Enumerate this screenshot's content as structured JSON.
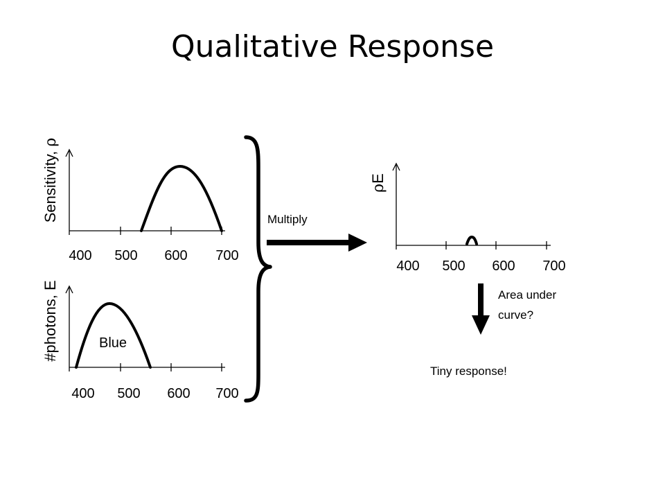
{
  "slide": {
    "title": "Qualitative Response"
  },
  "plots": {
    "sensitivity": {
      "ylabel_text": "Sensitivity, ",
      "ylabel_symbol": "ρ",
      "ticks": [
        "400",
        "500",
        "600",
        "700"
      ]
    },
    "photons": {
      "ylabel": "#photons, E",
      "curve_label": "Blue",
      "ticks": [
        "400",
        "500",
        "600",
        "700"
      ]
    },
    "product": {
      "ylabel_symbol": "ρ",
      "ylabel_text": "E",
      "ticks": [
        "400",
        "500",
        "600",
        "700"
      ]
    }
  },
  "annotations": {
    "multiply": "Multiply",
    "area_line1": "Area under",
    "area_line2": "curve?",
    "result": "Tiny response!"
  },
  "colors": {
    "ink": "#000000",
    "background": "#ffffff"
  }
}
